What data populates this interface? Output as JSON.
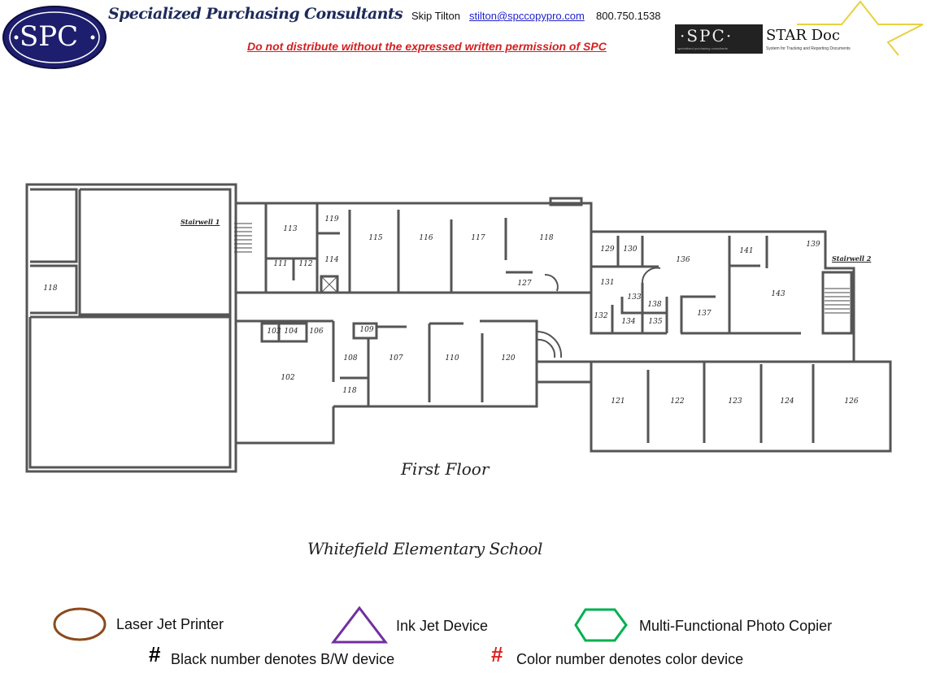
{
  "header": {
    "company_name": "Specialized Purchasing Consultants",
    "contact_name": "Skip Tilton",
    "contact_email": "stilton@spccopypro.com",
    "contact_phone": "800.750.1538",
    "warning": "Do not distribute without the expressed written permission of SPC",
    "logo_text": "SPC",
    "star_logo_left": "·SPC·",
    "star_logo_right": "STAR Doc",
    "star_logo_sub_left": "specialized purchasing consultants",
    "star_logo_sub_right": "System for Tracking and Reporting Documents"
  },
  "plan": {
    "floor_title": "First Floor",
    "school_name": "Whitefield Elementary School",
    "stairwells": [
      "Stairwell 1",
      "Stairwell 2"
    ],
    "rooms": [
      "118",
      "113",
      "119",
      "115",
      "116",
      "117",
      "118",
      "111",
      "112",
      "114",
      "127",
      "103",
      "104",
      "106",
      "109",
      "108",
      "107",
      "110",
      "120",
      "102",
      "118",
      "129",
      "130",
      "136",
      "141",
      "139",
      "131",
      "133",
      "138",
      "132",
      "134",
      "135",
      "137",
      "143",
      "121",
      "122",
      "123",
      "124",
      "126"
    ]
  },
  "legend": {
    "laser": "Laser Jet Printer",
    "inkjet": "Ink Jet Device",
    "copier": "Multi-Functional Photo Copier",
    "bw_symbol": "#",
    "bw_note": "Black number denotes B/W device",
    "color_symbol": "#",
    "color_note": "Color number denotes color device",
    "colors": {
      "laser": "#8B4A1C",
      "inkjet": "#7030A0",
      "copier": "#00B050",
      "color_note": "#E02020"
    }
  }
}
